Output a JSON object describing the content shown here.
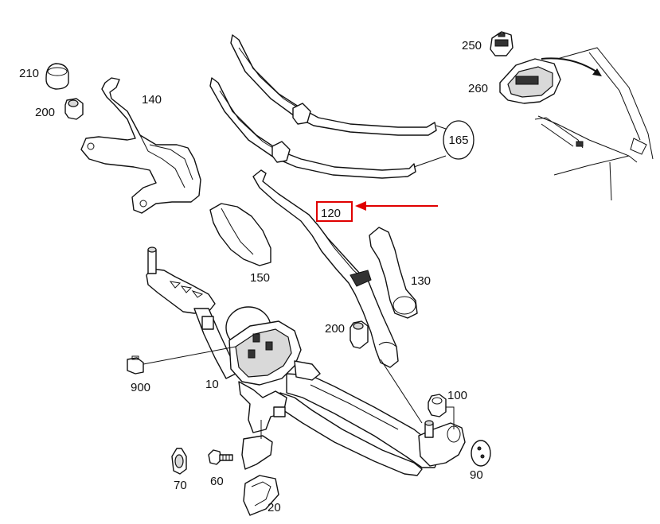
{
  "diagram": {
    "highlight_color": "#e00000",
    "highlighted_part": "120",
    "labels": {
      "p10": "10",
      "p20": "20",
      "p60": "60",
      "p70": "70",
      "p90": "90",
      "p100": "100",
      "p120": "120",
      "p130": "130",
      "p140": "140",
      "p150": "150",
      "p165": "165",
      "p200a": "200",
      "p200b": "200",
      "p210": "210",
      "p250": "250",
      "p260": "260",
      "p900": "900"
    }
  }
}
